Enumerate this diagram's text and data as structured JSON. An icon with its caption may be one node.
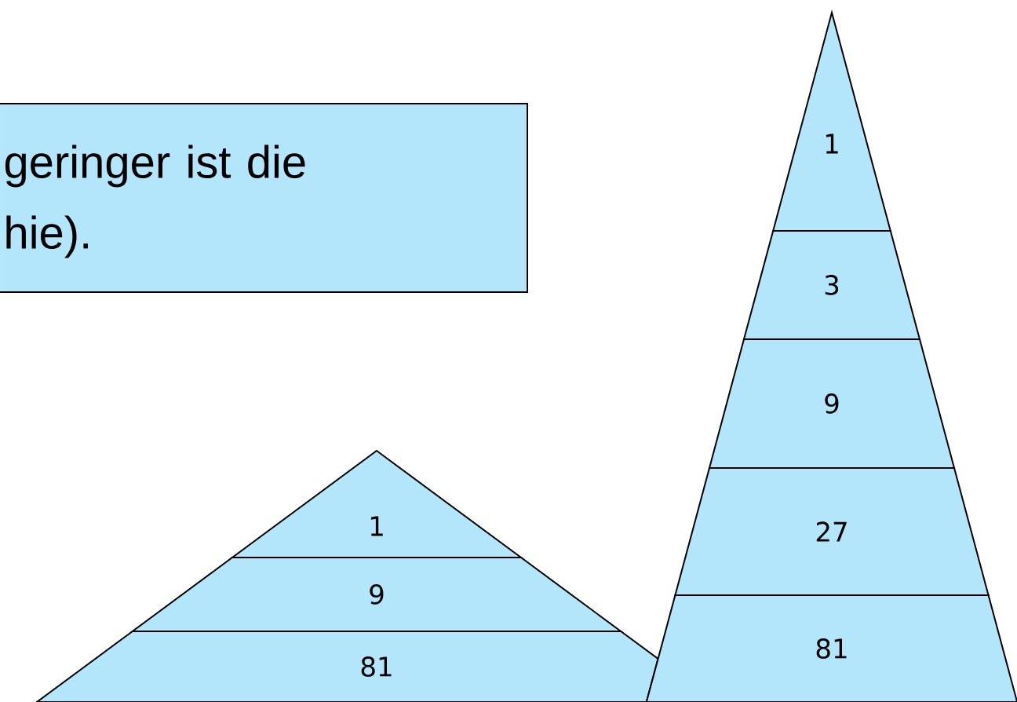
{
  "diagram": {
    "nodes": [
      {
        "text": [
          "geringer ist die hie)."
        ]
      },
      {
        "text": [
          "1"
        ]
      },
      {
        "text": [
          "9"
        ]
      },
      {
        "text": [
          "81"
        ]
      },
      {
        "text": [
          "1"
        ]
      },
      {
        "text": [
          "3"
        ]
      },
      {
        "text": [
          "9"
        ]
      },
      {
        "text": [
          "27"
        ]
      },
      {
        "text": [
          "81"
        ]
      }
    ]
  }
}
